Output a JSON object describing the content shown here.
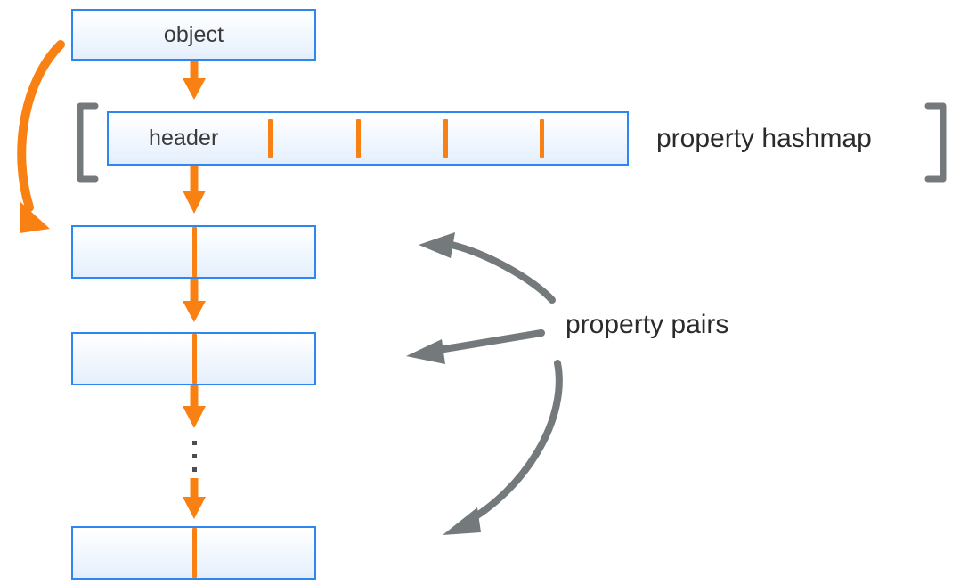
{
  "diagram": {
    "title": "object property hashmap and property pairs",
    "colors": {
      "box_border": "#2e86f0",
      "box_fill_top": "#ffffff",
      "box_fill_bottom": "#e3eefc",
      "orange": "#f98012",
      "gray": "#74797c",
      "text": "#2b2b2b"
    },
    "boxes": [
      {
        "id": "object",
        "label": "object"
      },
      {
        "id": "header",
        "label": "header"
      },
      {
        "id": "pair-1",
        "label": ""
      },
      {
        "id": "pair-2",
        "label": ""
      },
      {
        "id": "pair-n",
        "label": ""
      }
    ],
    "labels": {
      "property_hashmap": "property hashmap",
      "property_pairs": "property pairs"
    },
    "hashmap": {
      "slot_count": 4,
      "header_label": "header"
    },
    "ellipsis_dots": 3
  }
}
